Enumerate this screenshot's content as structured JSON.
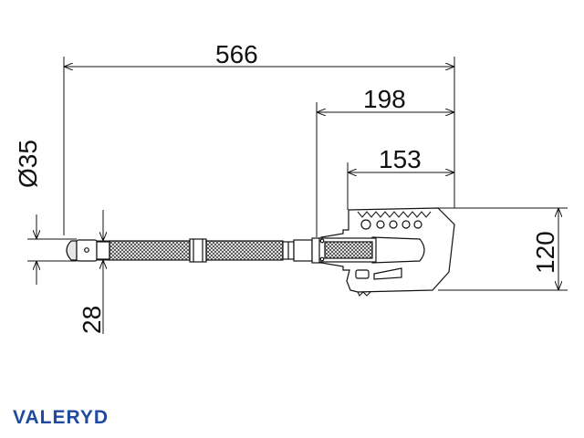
{
  "colors": {
    "line": "#111111",
    "brand": "#1f4aa0"
  },
  "dimensions": {
    "overall_length": "566",
    "blade_section": "198",
    "blade_length": "153",
    "blade_width": "120",
    "handle_diameter": "Ø35",
    "grip_diameter": "28"
  },
  "brand": {
    "name": "VALERYD"
  }
}
